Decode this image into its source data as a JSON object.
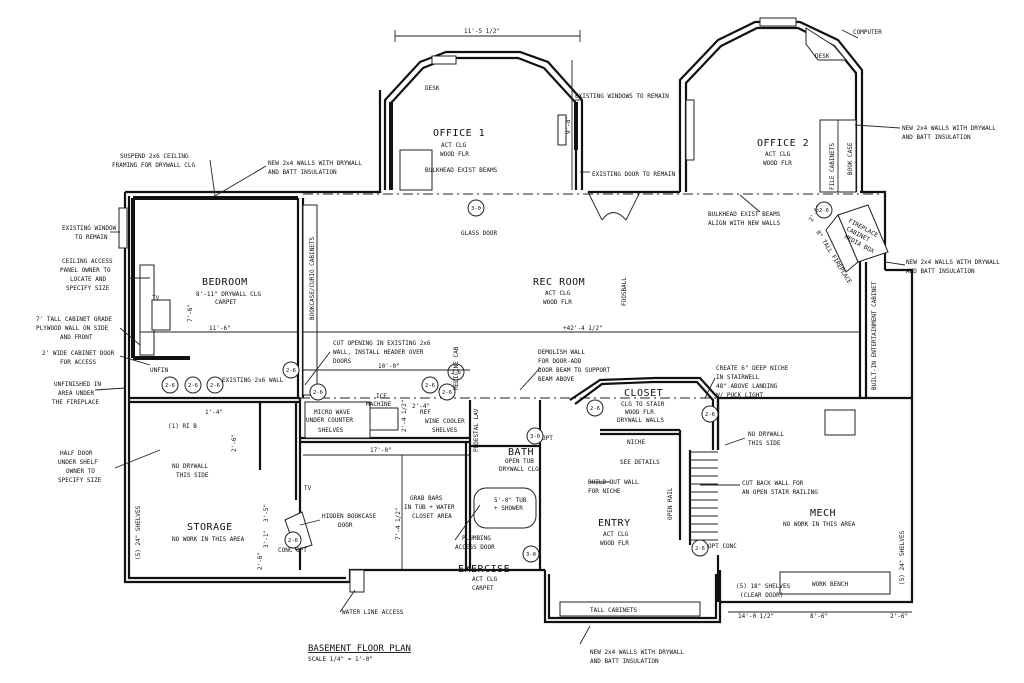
{
  "plan_title": "BASEMENT FLOOR PLAN",
  "plan_scale": "SCALE 1/4\" = 1'-0\"",
  "rooms": {
    "office1": {
      "name": "OFFICE 1",
      "sub1": "ACT CLG",
      "sub2": "WOOD FLR"
    },
    "office2": {
      "name": "OFFICE 2",
      "sub1": "ACT CLG",
      "sub2": "WOOD FLR"
    },
    "bedroom": {
      "name": "BEDROOM",
      "sub1": "8'-11\" DRYWALL CLG",
      "sub2": "CARPET"
    },
    "rec_room": {
      "name": "REC ROOM",
      "sub1": "ACT CLG",
      "sub2": "WOOD FLR"
    },
    "closet": {
      "name": "CLOSET",
      "sub1": "CLG TO STAIR",
      "sub2": "WOOD FLR",
      "sub3": "DRYWALL WALLS"
    },
    "bath": {
      "name": "BATH",
      "sub1": "OPEN TUB",
      "sub2": "DRYWALL CLG"
    },
    "storage": {
      "name": "STORAGE",
      "sub1": "NO WORK IN THIS AREA"
    },
    "entry": {
      "name": "ENTRY",
      "sub1": "ACT CLG",
      "sub2": "WOOD FLR"
    },
    "mech": {
      "name": "MECH",
      "sub1": "NO WORK IN THIS AREA"
    },
    "exercise": {
      "name": "EXERCISE",
      "sub1": "ACT CLG",
      "sub2": "CARPET"
    }
  },
  "notes": {
    "computer": "COMPUTER",
    "desk1": "DESK",
    "desk2": "DESK",
    "existing_windows": "EXISTING WINDOWS TO REMAIN",
    "existing_door": "EXISTING DOOR TO REMAIN",
    "bulkhead_exist_beams": "BULKHEAD EXIST BEAMS",
    "glass_door": "GLASS DOOR",
    "new_walls_top1": "NEW 2x4 WALLS WITH DRYWALL",
    "new_walls_top2": "AND BATT INSULATION",
    "new_walls_right1": "NEW 2x4 WALLS WITH DRYWALL",
    "new_walls_right2": "AND BATT INSULATION",
    "new_walls_mid1": "NEW 2x4 WALLS WITH DRYWALL",
    "new_walls_mid2": "AND BATT INSULATION",
    "new_walls_bottom1": "NEW 2x4 WALLS WITH DRYWALL",
    "new_walls_bottom2": "AND BATT INSULATION",
    "suspend1": "SUSPEND 2x6 CEILING",
    "suspend2": "FRAMING FOR DRYWALL CLG",
    "existing_window1": "EXISTING WINDOW",
    "existing_window2": "TO REMAIN",
    "ceiling_access1": "CEILING ACCESS",
    "ceiling_access2": "PANEL OWNER TO",
    "ceiling_access3": "LOCATE AND",
    "ceiling_access4": "SPECIFY SIZE",
    "tall_cabinet1": "7' TALL CABINET GRADE",
    "tall_cabinet2": "PLYWOOD WALL ON SIDE",
    "tall_cabinet3": "AND FRONT",
    "cabinet_door1": "2' WIDE CABINET DOOR",
    "cabinet_door2": "FOR ACCESS",
    "unfinished1": "UNFINISHED IN",
    "unfinished2": "AREA UNDER",
    "unfinished3": "THE FIREPLACE",
    "half_door1": "HALF DOOR",
    "half_door2": "UNDER SHELF",
    "half_door3": "OWNER TO",
    "half_door4": "SPECIFY SIZE",
    "cut_opening1": "CUT OPENING IN EXISTING 2x6",
    "cut_opening2": "WALL, INSTALL HEADER OVER",
    "cut_opening3": "DOORS",
    "existing_2x6": "EXISTING 2x6 WALL",
    "demolish1": "DEMOLISH WALL",
    "demolish2": "FOR DOOR-ADD",
    "demolish3": "DOOR BEAM TO SUPPORT",
    "demolish4": "BEAM ABOVE",
    "niche1": "CREATE 6\" DEEP NICHE",
    "niche2": "IN STAIRWELL",
    "niche3": "48\" ABOVE LANDING",
    "niche4": "W/ PUCK LIGHT",
    "no_drywall1": "NO DRYWALL",
    "no_drywall2": "THIS SIDE",
    "no_drywall_left1": "NO DRYWALL",
    "no_drywall_left2": "THIS SIDE",
    "cut_back1": "CUT BACK WALL FOR",
    "cut_back2": "AN OPEN STAIR RAILING",
    "build_out1": "BUILD OUT WALL",
    "build_out2": "FOR NICHE",
    "see_details": "SEE DETAILS",
    "niche": "NICHE",
    "grab_bars1": "GRAB BARS",
    "grab_bars2": "IN TUB + WATER",
    "grab_bars3": "CLOSET AREA",
    "tub1": "5'-0\" TUB",
    "tub2": "+ SHOWER",
    "plumbing1": "PLUMBING",
    "plumbing2": "ACCESS DOOR",
    "hidden1": "HIDDEN BOOKCASE",
    "hidden2": "DOOR",
    "water_line": "WATER LINE ACCESS",
    "tall_cabinets": "TALL CABINETS",
    "work_bench": "WORK BENCH",
    "shelves_mech1": "(5) 18\" SHELVES",
    "shelves_mech2": "(CLEAR DOOR)",
    "ice1": "ICE",
    "ice2": "MACHINE",
    "microwave1": "MICRO WAVE",
    "microwave2": "UNDER COUNTER",
    "microwave3": "SHELVES",
    "ref": "REF",
    "wine_cooler": "WINE COOLER",
    "shelves_r": "SHELVES",
    "medicine_cab": "MEDICINE CAB",
    "pedestal_lav": "PEDESTAL LAV",
    "foosball": "FOOSBALL",
    "built_in": "BUILT-IN ENTERTAINMENT CABINET",
    "file_cabinets": "FILE CABINETS",
    "book_case": "BOOK CASE",
    "bookcase_curio": "BOOKCASE/CURIO CABINETS",
    "open_rail": "OPEN RAIL",
    "tv_left": "TV",
    "tv_mid": "TV",
    "unfin": "UNFIN",
    "opt": "OPT",
    "opt_conc": "OPT CONC",
    "conc_opt": "CONC OPT",
    "shelves_left": "(5) 24\" SHELVES",
    "shelves_right": "(5) 24\" SHELVES",
    "bulkhead_align1": "BULKHEAD EXIST BEAMS",
    "bulkhead_align2": "ALIGN WITH NEW WALLS",
    "fireplace_box1": "FIREPLACE",
    "fireplace_box2": "CABINET",
    "fireplace_box3": "MEDIA BOX",
    "tall_fp": "8\" TALL FIREPLACE",
    "ri_b": "(1) RI B"
  },
  "dimensions": {
    "top_width": "11'-5 1/2\"",
    "office1_depth": "9'-8\"",
    "bed_depth": "7'-6\"",
    "bed_width": "11'-6\"",
    "rec_width": "+42'-4 1/2\"",
    "bed_bottom": "10'-0\"",
    "exercise_top": "17'-0\"",
    "exercise_side": "7'-4 1/2\"",
    "kitchen_a": "2'-4 1/2\"",
    "kitchen_b": "2'-4\"",
    "kitchen_c": "1'-4\"",
    "storage_a": "3'-1\"",
    "storage_b": "3'-5\"",
    "storage_c": "2'-6\"",
    "bottom_a": "14'-0 1/2\"",
    "bottom_b": "8'-6\"",
    "bottom_c": "2'-6\"",
    "angle_dim": "2'-6\"",
    "angle_dim2": "2'-6\""
  },
  "door_tags": [
    "3-0",
    "3-0",
    "2-6",
    "2-6",
    "2-6",
    "2-6",
    "2-6",
    "2-6",
    "2-6",
    "3-0",
    "2-6",
    "2-6",
    "2-6",
    "2-6",
    "2-6",
    "2-6"
  ]
}
